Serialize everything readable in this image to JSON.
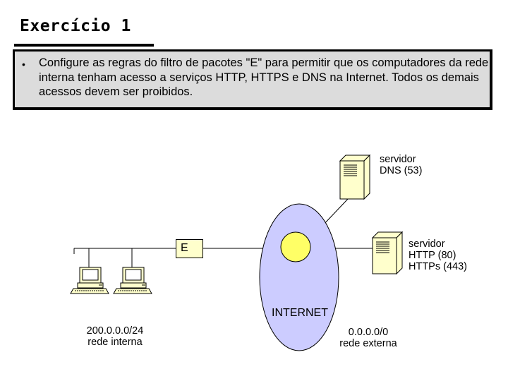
{
  "header": {
    "title": "Exercício 1"
  },
  "instruction": {
    "bullet": "•",
    "text": "Configure as regras do filtro de pacotes \"E\" para permitir que os computadores da rede interna tenham acesso a serviços HTTP, HTTPS e DNS na Internet. Todos os demais acessos devem ser proibidos."
  },
  "diagram": {
    "filter_label": "E",
    "internet_label": "INTERNET",
    "dns_server": {
      "line1": "servidor",
      "line2": "DNS (53)"
    },
    "http_server": {
      "line1": "servidor",
      "line2": "HTTP (80)",
      "line3": "HTTPs (443)"
    },
    "internal_net": {
      "line1": "200.0.0.0/24",
      "line2": "rede interna"
    },
    "external_net": {
      "line1": "0.0.0.0/0",
      "line2": "rede externa"
    }
  },
  "colors": {
    "box_fill": "#dcdcdc",
    "internet_fill": "#ccccff",
    "router_fill": "#ffff66",
    "server_fill": "#ffffcc",
    "monitor_screen": "#ffffff"
  }
}
